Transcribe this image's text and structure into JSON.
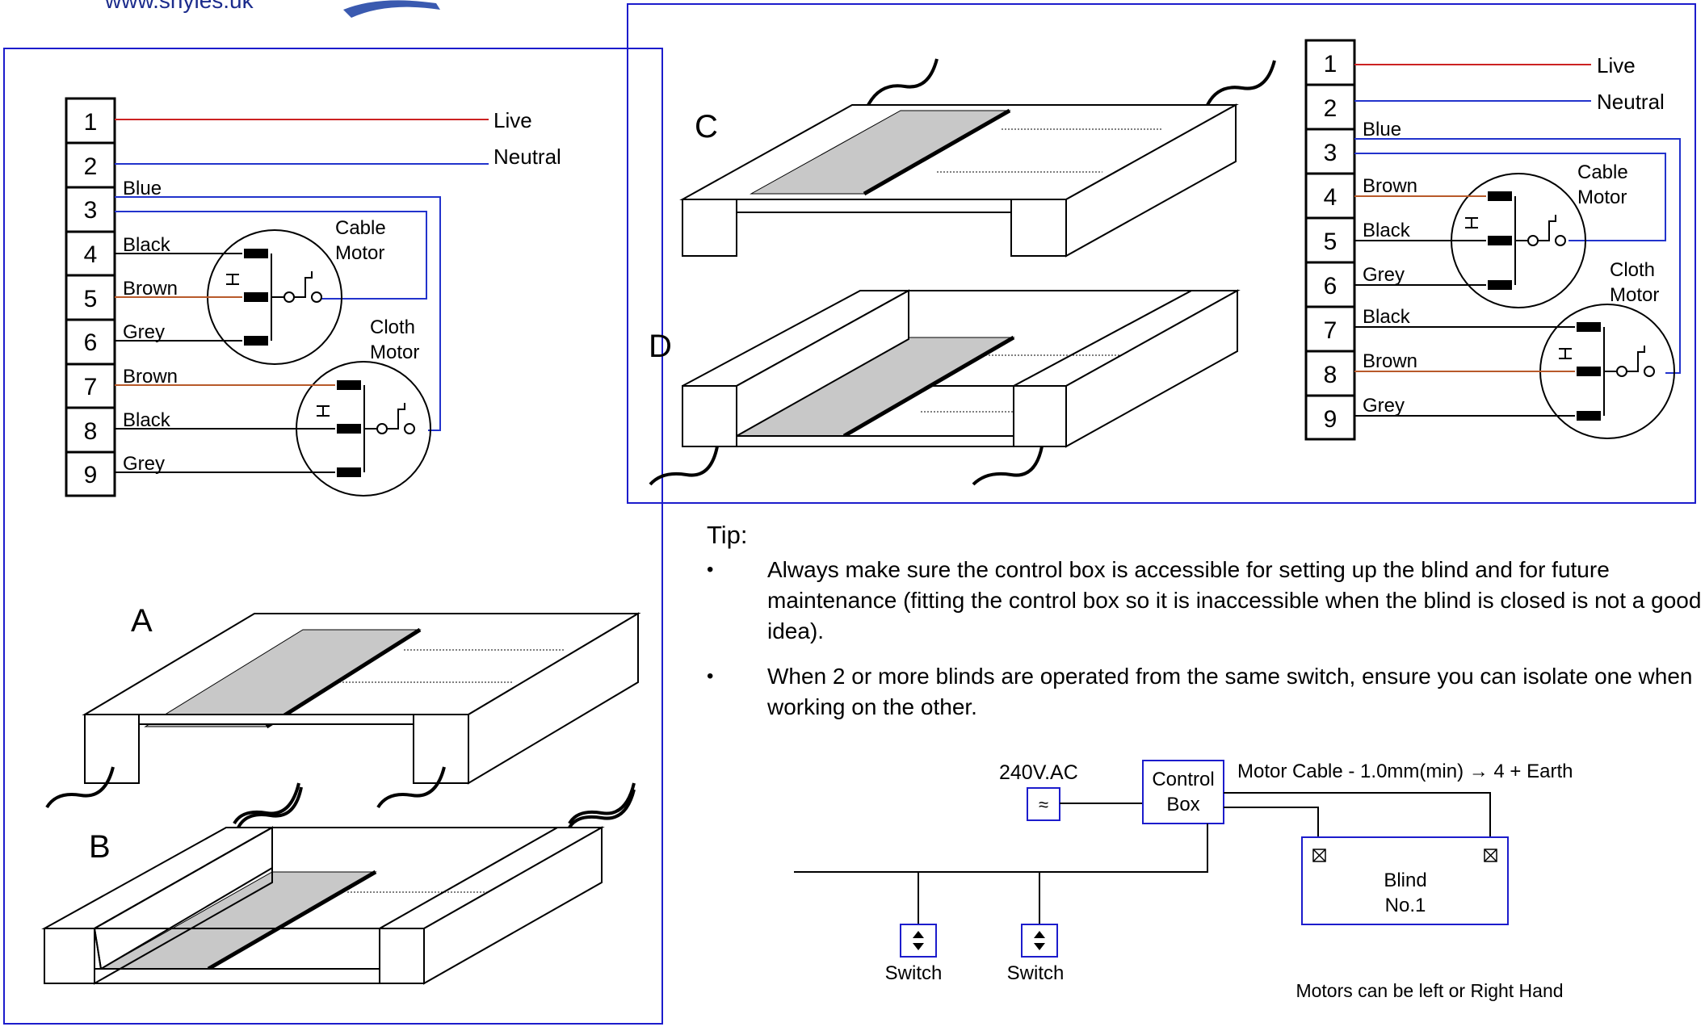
{
  "header": {
    "url": "www.shyles.uk"
  },
  "terminals": [
    "1",
    "2",
    "3",
    "4",
    "5",
    "6",
    "7",
    "8",
    "9"
  ],
  "left_wiring": {
    "live": "Live",
    "neutral": "Neutral",
    "wire_blue": "Blue",
    "wire_4": "Black",
    "wire_5": "Brown",
    "wire_6": "Grey",
    "wire_7": "Brown",
    "wire_8": "Black",
    "wire_9": "Grey",
    "motor_top_1": "Cable",
    "motor_top_2": "Motor",
    "motor_bottom_1": "Cloth",
    "motor_bottom_2": "Motor"
  },
  "right_wiring": {
    "live": "Live",
    "neutral": "Neutral",
    "wire_blue": "Blue",
    "wire_4": "Brown",
    "wire_5": "Black",
    "wire_6": "Grey",
    "wire_7": "Black",
    "wire_8": "Brown",
    "wire_9": "Grey",
    "motor_top_1": "Cable",
    "motor_top_2": "Motor",
    "motor_bottom_1": "Cloth",
    "motor_bottom_2": "Motor"
  },
  "blind_labels": {
    "a": "A",
    "b": "B",
    "c": "C",
    "d": "D"
  },
  "tip": {
    "heading": "Tip:",
    "items": [
      "Always make sure the control box is accessible for setting up the blind and for future maintenance (fitting the control box so it is inaccessible when the blind is closed is not a good idea).",
      "When 2 or more blinds are operated from the same switch, ensure you can isolate one when working on the other."
    ]
  },
  "schematic": {
    "supply": "240V.AC",
    "control_1": "Control",
    "control_2": "Box",
    "cable": "Motor Cable - 1.0mm(min) → 4 + Earth",
    "blind_1": "Blind",
    "blind_2": "No.1",
    "switch_1": "Switch",
    "switch_2": "Switch",
    "note": "Motors can be left or Right Hand"
  },
  "colors": {
    "frame": "#1c1ccc",
    "live": "#cc2222",
    "neutral": "#2233cc",
    "brown": "#b85a2a",
    "fabric": "#c8c8c8"
  }
}
